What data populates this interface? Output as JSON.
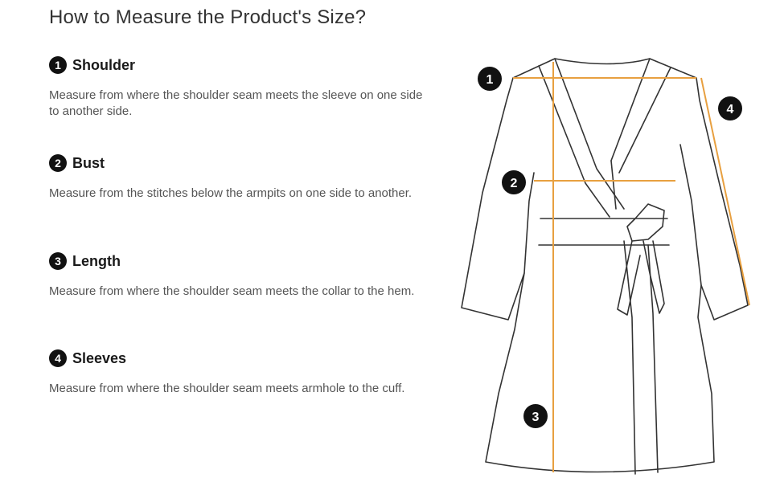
{
  "title": "How to Measure the Product's Size?",
  "sections": [
    {
      "number": "1",
      "label": "Shoulder",
      "description": "Measure from where the shoulder seam meets the sleeve on one side to another side."
    },
    {
      "number": "2",
      "label": "Bust",
      "description": "Measure from the stitches below the armpits on one side to another."
    },
    {
      "number": "3",
      "label": "Length",
      "description": "Measure from where the shoulder seam meets the collar to the hem."
    },
    {
      "number": "4",
      "label": "Sleeves",
      "description": "Measure from where the shoulder seam meets armhole to the cuff."
    }
  ],
  "diagram": {
    "markers": [
      "1",
      "2",
      "3",
      "4"
    ],
    "measure_line_color": "#e8a040",
    "outline_color": "#333333"
  }
}
